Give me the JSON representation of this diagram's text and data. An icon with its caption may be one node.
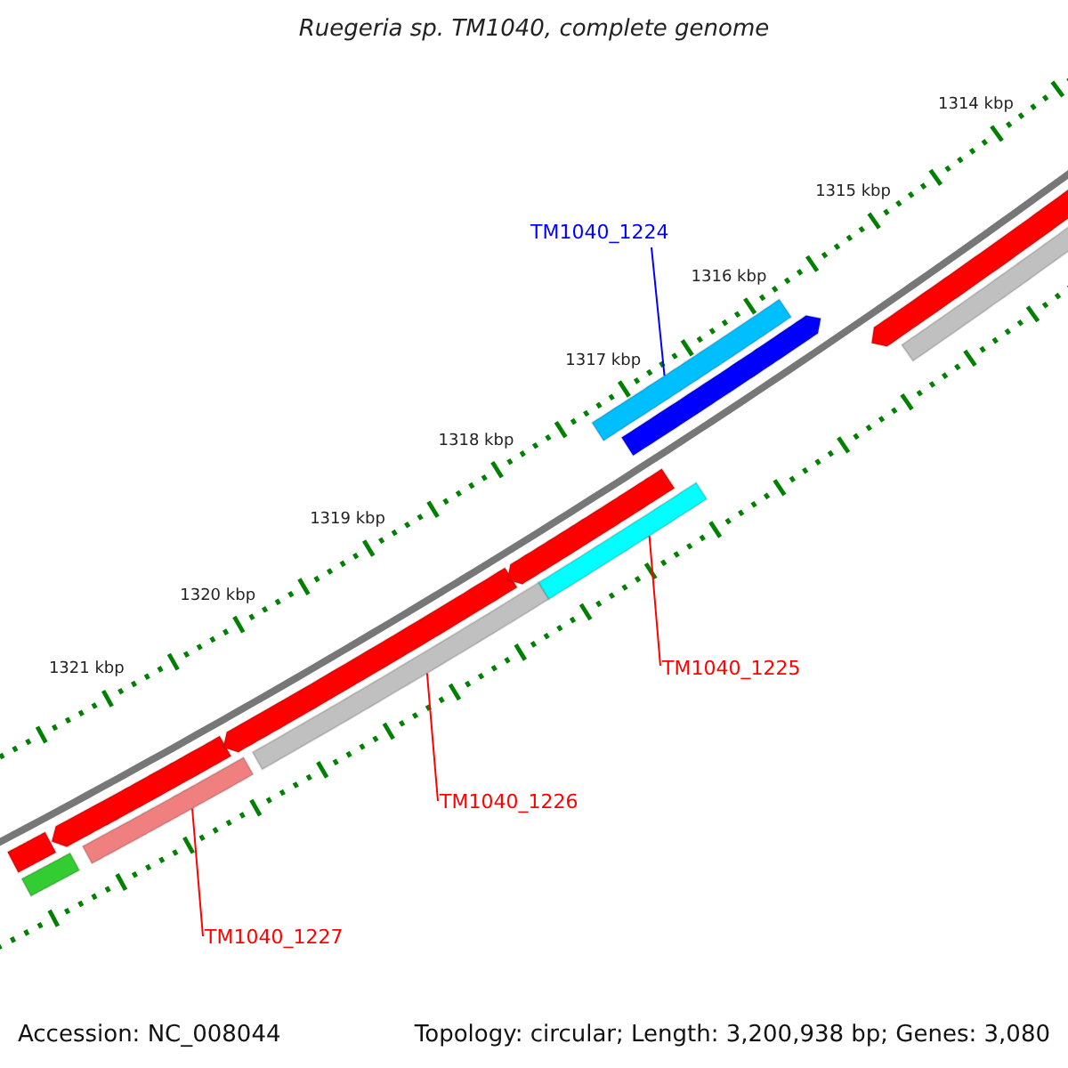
{
  "diagram": {
    "title": "Ruegeria sp. TM1040, complete genome",
    "nodes": [
      {
        "text": [
          "TM1040_1224"
        ]
      },
      {
        "text": [
          "TM1040_1225"
        ]
      },
      {
        "text": [
          "TM1040_1226"
        ]
      },
      {
        "text": [
          "TM1040_1227"
        ]
      },
      {
        "text": [],
        "shape": "bar"
      },
      {
        "text": [],
        "shape": "bar"
      },
      {
        "text": [],
        "shape": "bar"
      },
      {
        "text": [],
        "shape": "bar"
      },
      {
        "text": [],
        "shape": "bar"
      },
      {
        "text": [],
        "shape": "bar"
      },
      {
        "text": [],
        "shape": "bar"
      },
      {
        "text": [],
        "shape": "bar"
      },
      {
        "text": [],
        "shape": "bar"
      },
      {
        "text": [],
        "shape": "bar"
      },
      {
        "text": [],
        "shape": "bar"
      },
      {
        "text": [],
        "shape": "bar"
      }
    ],
    "edges": [
      {
        "from": 0,
        "to": 12,
        "arrow": "none",
        "color": "#0000ff"
      },
      {
        "from": 1,
        "to": 11,
        "arrow": "none"
      },
      {
        "from": 2,
        "to": 9,
        "arrow": "none"
      },
      {
        "from": 3,
        "to": 7,
        "arrow": "none"
      }
    ],
    "labels": [
      "1314 kbp",
      "1315 kbp",
      "1316 kbp",
      "1317 kbp",
      "1318 kbp",
      "1319 kbp",
      "1320 kbp",
      "1321 kbp",
      "Accession: NC_008044",
      "Topology: circular; Length: 3,200,938 bp; Genes: 3,080"
    ]
  }
}
